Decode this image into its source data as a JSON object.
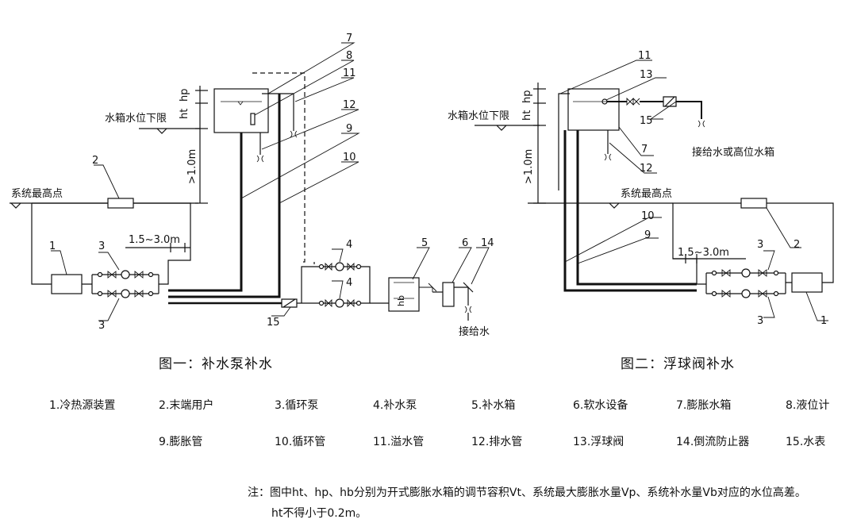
{
  "fig1": {
    "title": "图一：补水泵补水",
    "labels": {
      "tank_low_level": "水箱水位下限",
      "sys_highest": "系统最高点",
      "ht": "ht",
      "hp": "hp",
      "hb": "hb",
      "height_min": ">1.0m",
      "distance": "1.5~3.0m",
      "water_supply": "接给水",
      "n1": "1",
      "n2": "2",
      "n3a": "3",
      "n3b": "3",
      "n4a": "4",
      "n4b": "4",
      "n5": "5",
      "n6": "6",
      "n7": "7",
      "n8": "8",
      "n9": "9",
      "n10": "10",
      "n11": "11",
      "n12": "12",
      "n14": "14",
      "n15": "15"
    }
  },
  "fig2": {
    "title": "图二：浮球阀补水",
    "labels": {
      "tank_low_level": "水箱水位下限",
      "sys_highest": "系统最高点",
      "ht": "ht",
      "hp": "hp",
      "height_min": ">1.0m",
      "distance": "1.5~3.0m",
      "water_supply": "接给水或高位水箱",
      "n1": "1",
      "n2": "2",
      "n3a": "3",
      "n3b": "3",
      "n7": "7",
      "n9": "9",
      "n10": "10",
      "n11": "11",
      "n12": "12",
      "n13": "13",
      "n15": "15"
    }
  },
  "legend": [
    "1.冷热源装置",
    "2.末端用户",
    "3.循环泵",
    "4.补水泵",
    "5.补水箱",
    "6.软水设备",
    "7.膨胀水箱",
    "8.液位计",
    "9.膨胀管",
    "10.循环管",
    "11.溢水管",
    "12.排水管",
    "13.浮球阀",
    "14.倒流防止器",
    "15.水表"
  ],
  "note": {
    "line1": "注：图中ht、hp、hb分别为开式膨胀水箱的调节容积Vt、系统最大膨胀水量Vp、系统补水量Vb对应的水位高差。",
    "line2": "ht不得小于0.2m。"
  }
}
